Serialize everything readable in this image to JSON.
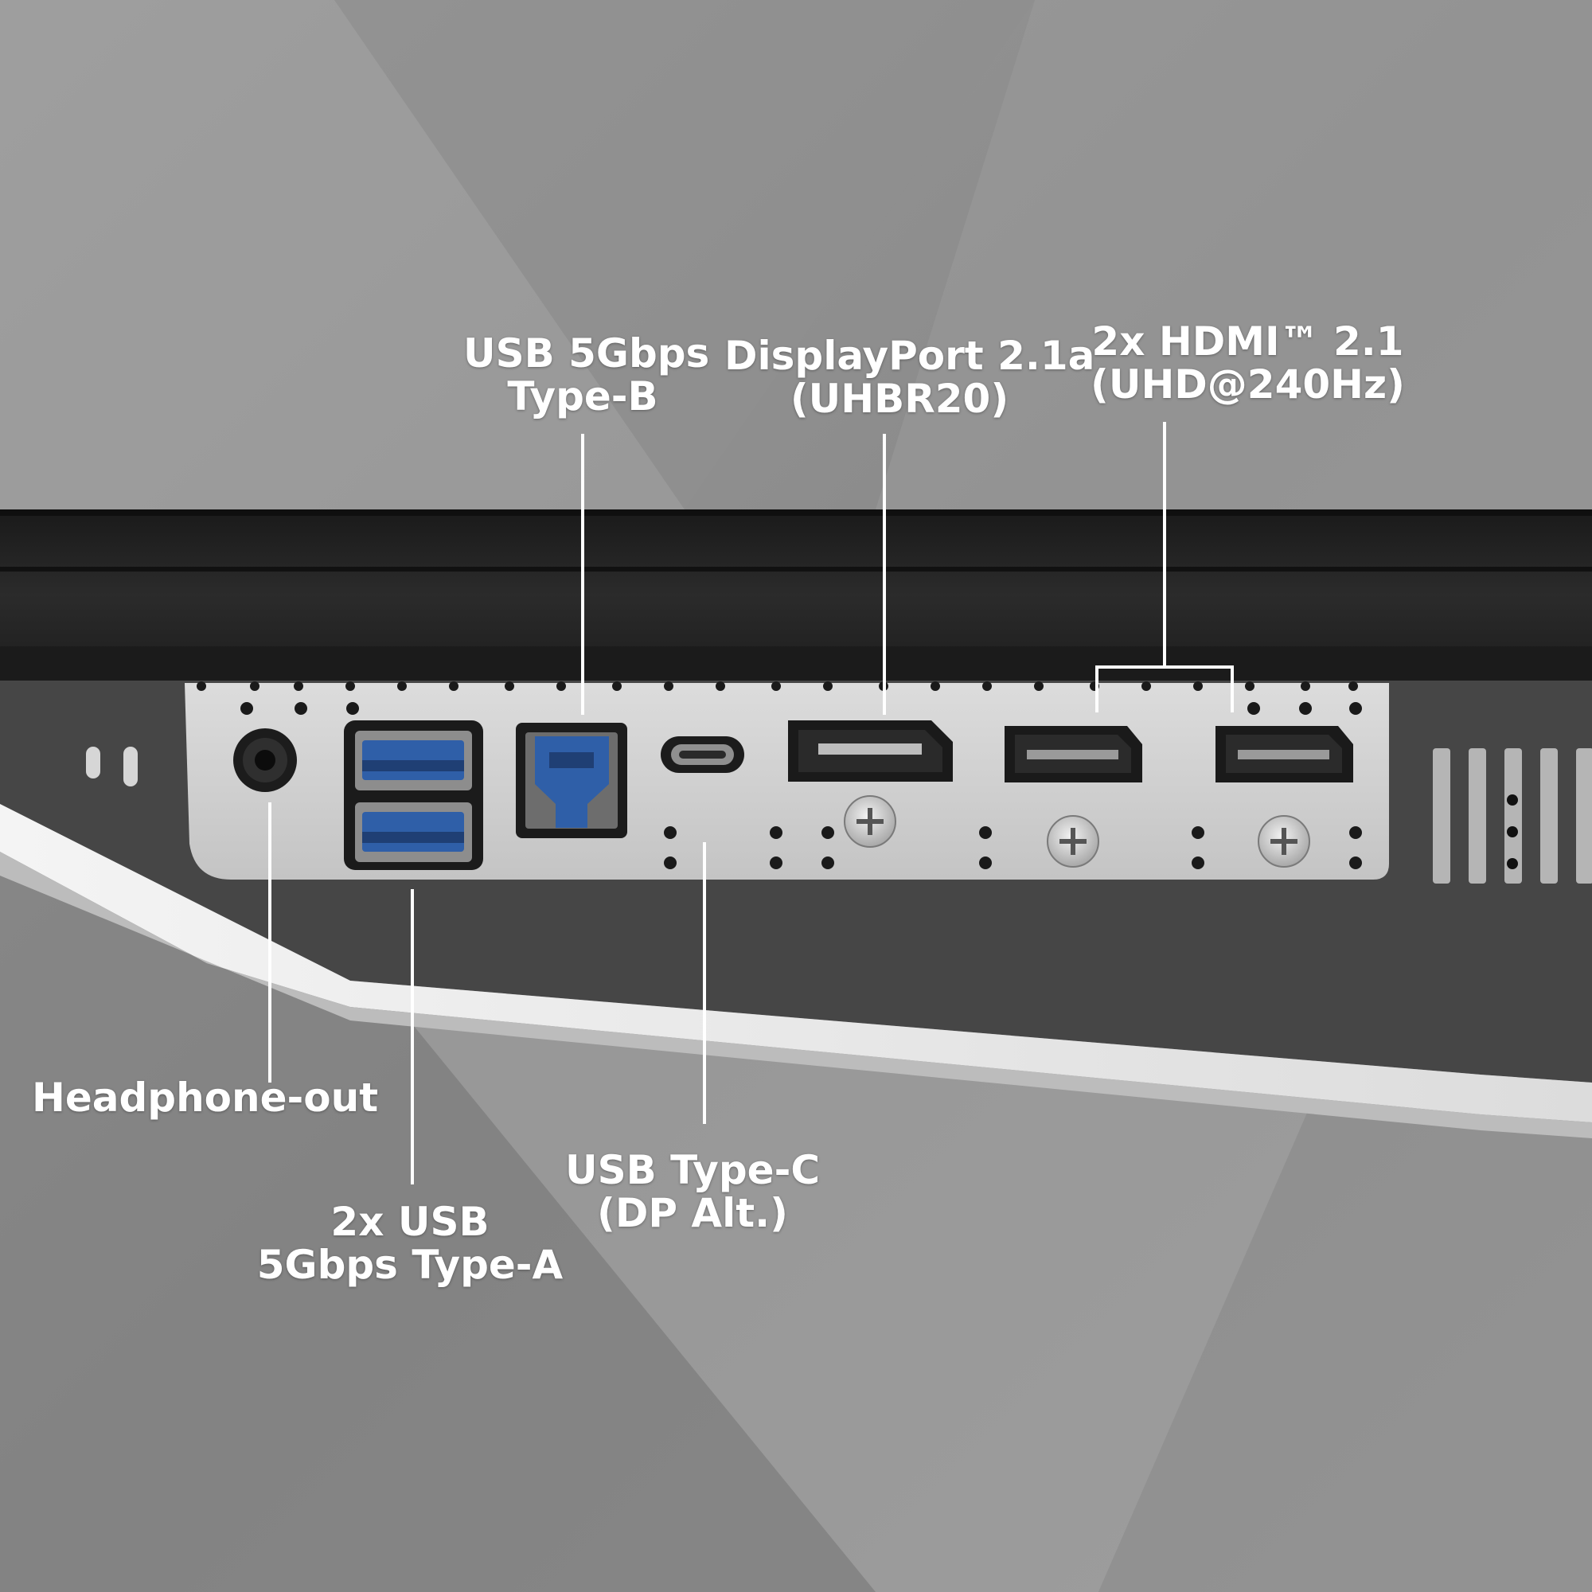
{
  "labels": {
    "usb_b": {
      "line1": "USB 5Gbps",
      "line2": "Type-B"
    },
    "displayport": {
      "line1": "DisplayPort 2.1a",
      "line2": "(UHBR20)"
    },
    "hdmi": {
      "line1": "2x HDMI™ 2.1",
      "line2": "(UHD@240Hz)"
    },
    "headphone": {
      "line1": "Headphone-out"
    },
    "usb_a": {
      "line1": "2x USB",
      "line2": "5Gbps Type-A"
    },
    "usb_c": {
      "line1": "USB Type-C",
      "line2": "(DP Alt.)"
    }
  },
  "colors": {
    "background": "#8c8c8c",
    "bezel": "#222222",
    "panel": "#d2d2d2",
    "chassis": "#464646",
    "usb_blue": "#2f5fa8",
    "callout_line": "#ffffff"
  },
  "icons": {
    "headphone_jack": "headphone-jack-icon",
    "usb_a_port": "usb-a-port-icon",
    "usb_b_port": "usb-b-port-icon",
    "usb_c_port": "usb-c-port-icon",
    "displayport_port": "displayport-port-icon",
    "hdmi_port": "hdmi-port-icon",
    "screw": "screw-icon"
  }
}
